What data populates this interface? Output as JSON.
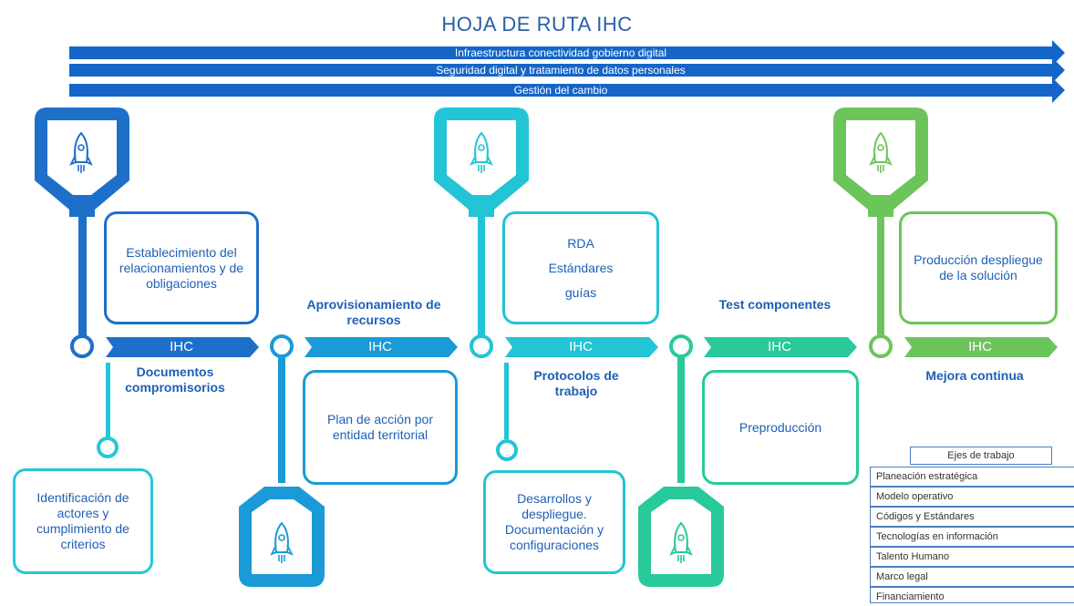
{
  "title": "HOJA DE RUTA   IHC",
  "bands": [
    "Infraestructura conectividad gobierno digital",
    "Seguridad digital y tratamiento de datos personales",
    "Gestión del cambio"
  ],
  "chevron_label": "IHC",
  "stages": [
    {
      "label": "Documentos compromisorios",
      "box": "Establecimiento del relacionamientos y de obligaciones",
      "sub_box": "Identificación de actores y cumplimiento de criterios",
      "color": "#1e6fc9"
    },
    {
      "label": "Aprovisionamiento de recursos",
      "box": "Plan de acción por entidad territorial",
      "color": "#1a9ad6"
    },
    {
      "label": "Protocolos de trabajo",
      "box_lines": [
        "RDA",
        "Estándares",
        "guías"
      ],
      "sub_box": "Desarrollos y despliegue. Documentación y configuraciones",
      "color": "#22c4d6"
    },
    {
      "label": "Test componentes",
      "box": "Preproducción",
      "color": "#28c99a"
    },
    {
      "label": "Mejora continua",
      "box": "Producción despliegue de la solución",
      "color": "#6cc55a"
    }
  ],
  "legend": {
    "title": "Ejes de trabajo",
    "items": [
      "Planeación estratégica",
      "Modelo operativo",
      "Códigos y Estándares",
      "Tecnologías en información",
      "Talento Humano",
      "Marco legal",
      "Financiamiento"
    ]
  },
  "colors": {
    "band": "#1565c8",
    "title": "#2a5fa6"
  },
  "icons": [
    "rocket-icon"
  ]
}
